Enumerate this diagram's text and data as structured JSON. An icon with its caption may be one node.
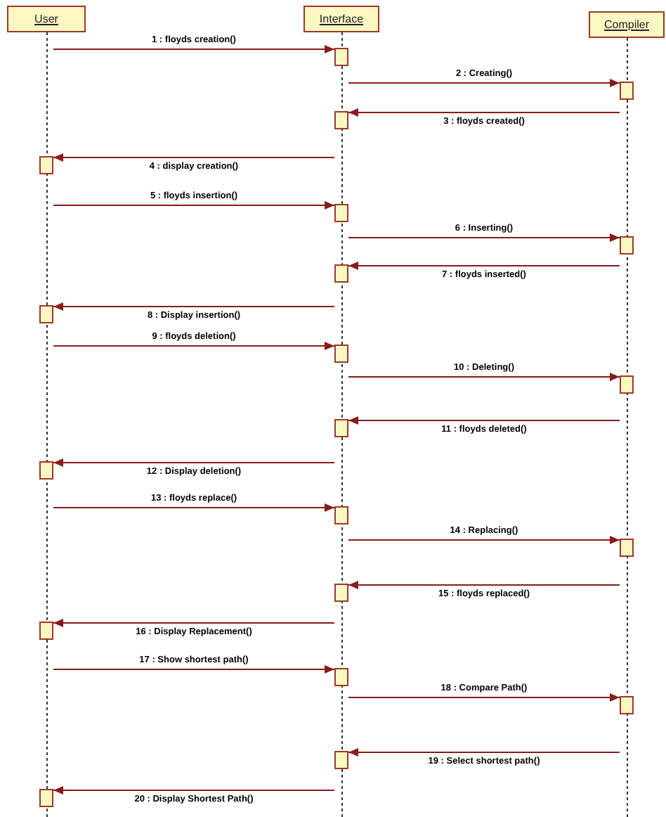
{
  "diagram": {
    "nodes": [
      {
        "text": [
          "User"
        ]
      },
      {
        "text": [
          "Interface"
        ]
      },
      {
        "text": [
          "Compiler"
        ]
      },
      {
        "text": [],
        "shape": "line"
      },
      {
        "text": [],
        "shape": "line"
      },
      {
        "text": [],
        "shape": "line"
      },
      {
        "text": [],
        "shape": "bar",
        "in": 4
      },
      {
        "text": [],
        "shape": "bar",
        "in": 5
      },
      {
        "text": [],
        "shape": "bar",
        "in": 4
      },
      {
        "text": [],
        "shape": "bar",
        "in": 3
      },
      {
        "text": [],
        "shape": "bar",
        "in": 4
      },
      {
        "text": [],
        "shape": "bar",
        "in": 5
      },
      {
        "text": [],
        "shape": "bar",
        "in": 4
      },
      {
        "text": [],
        "shape": "bar",
        "in": 3
      },
      {
        "text": [],
        "shape": "bar",
        "in": 4
      },
      {
        "text": [],
        "shape": "bar",
        "in": 5
      },
      {
        "text": [],
        "shape": "bar",
        "in": 4
      },
      {
        "text": [],
        "shape": "bar",
        "in": 3
      },
      {
        "text": [],
        "shape": "bar",
        "in": 4
      },
      {
        "text": [],
        "shape": "bar",
        "in": 5
      },
      {
        "text": [],
        "shape": "bar",
        "in": 4
      },
      {
        "text": [],
        "shape": "bar",
        "in": 3
      },
      {
        "text": [],
        "shape": "bar",
        "in": 4
      },
      {
        "text": [],
        "shape": "bar",
        "in": 5
      },
      {
        "text": [],
        "shape": "bar",
        "in": 4
      },
      {
        "text": [],
        "shape": "bar",
        "in": 3
      }
    ],
    "edges": [
      {
        "from": 3,
        "to": 6,
        "arrow": "to",
        "label": "1 : floyds creation()"
      },
      {
        "from": 4,
        "to": 7,
        "arrow": "to",
        "label": "2 : Creating()"
      },
      {
        "from": 5,
        "to": 8,
        "arrow": "to",
        "label": "3 : floyds created()"
      },
      {
        "from": 4,
        "to": 9,
        "arrow": "to",
        "label": "4 : display creation()"
      },
      {
        "from": 3,
        "to": 10,
        "arrow": "to",
        "label": "5 : floyds insertion()"
      },
      {
        "from": 4,
        "to": 11,
        "arrow": "to",
        "label": "6 : Inserting()"
      },
      {
        "from": 5,
        "to": 12,
        "arrow": "to",
        "label": "7 : floyds inserted()"
      },
      {
        "from": 4,
        "to": 13,
        "arrow": "to",
        "label": "8 : Display insertion()"
      },
      {
        "from": 3,
        "to": 14,
        "arrow": "to",
        "label": "9 : floyds deletion()"
      },
      {
        "from": 4,
        "to": 15,
        "arrow": "to",
        "label": "10 : Deleting()"
      },
      {
        "from": 5,
        "to": 16,
        "arrow": "to",
        "label": "11 : floyds deleted()"
      },
      {
        "from": 4,
        "to": 17,
        "arrow": "to",
        "label": "12 : Display deletion()"
      },
      {
        "from": 3,
        "to": 18,
        "arrow": "to",
        "label": "13 : floyds replace()"
      },
      {
        "from": 4,
        "to": 19,
        "arrow": "to",
        "label": "14 : Replacing()"
      },
      {
        "from": 5,
        "to": 20,
        "arrow": "to",
        "label": "15 : floyds replaced()"
      },
      {
        "from": 4,
        "to": 21,
        "arrow": "to",
        "label": "16 : Display Replacement()"
      },
      {
        "from": 3,
        "to": 22,
        "arrow": "to",
        "label": "17 : Show shortest path()"
      },
      {
        "from": 4,
        "to": 23,
        "arrow": "to",
        "label": "18 : Compare Path()"
      },
      {
        "from": 5,
        "to": 24,
        "arrow": "to",
        "label": "19 : Select shortest path()"
      },
      {
        "from": 4,
        "to": 25,
        "arrow": "to",
        "label": "20 : Display Shortest Path()"
      }
    ]
  }
}
